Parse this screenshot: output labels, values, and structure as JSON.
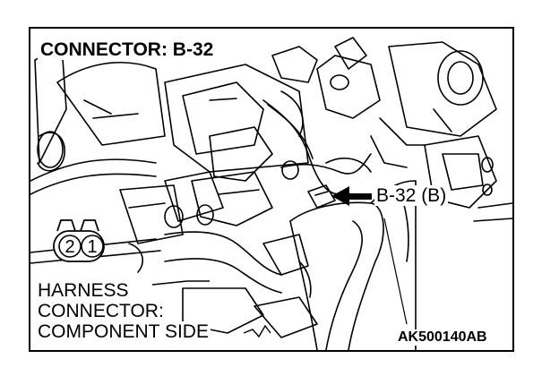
{
  "title": "CONNECTOR: B-32",
  "callout": "B-32 (B)",
  "harness_label": [
    "HARNESS",
    "CONNECTOR:",
    "COMPONENT SIDE"
  ],
  "figure_code": "AK500140AB",
  "connector_pins": [
    "2",
    "1"
  ]
}
